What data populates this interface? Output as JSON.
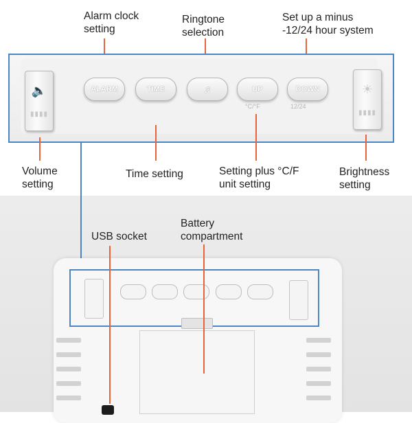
{
  "labels": {
    "alarm_clock_setting": [
      "Alarm clock",
      "setting"
    ],
    "ringtone_selection": [
      "Ringtone",
      "selection"
    ],
    "minus_hour_system": [
      "Set up a minus",
      "-12/24 hour system"
    ],
    "volume_setting": [
      "Volume",
      "setting"
    ],
    "time_setting": "Time setting",
    "plus_unit_setting": [
      "Setting plus °C/F",
      "unit setting"
    ],
    "brightness_setting": [
      "Brightness",
      "setting"
    ],
    "usb_socket": "USB socket",
    "battery_compartment": [
      "Battery",
      "compartment"
    ]
  },
  "buttons": {
    "alarm": "ALARM",
    "time": "TIME",
    "ringtone": "♫",
    "up": "UP",
    "down": "DOWN"
  },
  "button_subtext": {
    "up": "°C/°F",
    "down": "12/24"
  },
  "icons": {
    "volume": "speaker-icon",
    "brightness": "sun-icon"
  },
  "colors": {
    "leader_line": "#e8623a",
    "outline": "#4a86c5"
  }
}
